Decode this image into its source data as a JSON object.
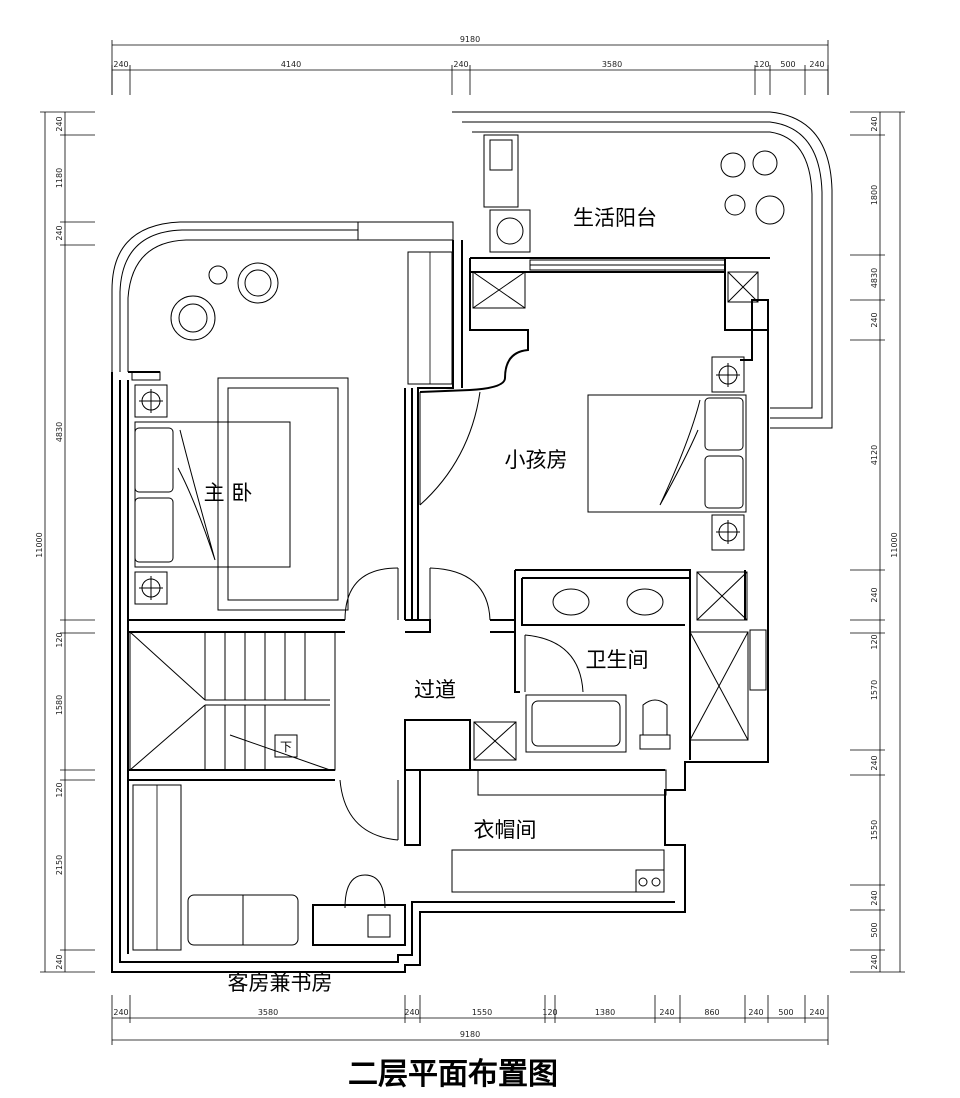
{
  "title": "二层平面布置图",
  "rooms": {
    "master_bedroom": "主 卧",
    "child_room": "小孩房",
    "balcony": "生活阳台",
    "bathroom": "卫生间",
    "corridor": "过道",
    "cloakroom": "衣帽间",
    "guest_study": "客房兼书房",
    "stair_down": "下"
  },
  "dimensions": {
    "top_total": "9180",
    "top_segments": [
      "240",
      "4140",
      "240",
      "3580",
      "120",
      "500",
      "240"
    ],
    "bottom_total": "9180",
    "bottom_segments": [
      "240",
      "3580",
      "240",
      "1550",
      "120",
      "1380",
      "240",
      "860",
      "240",
      "500",
      "240"
    ],
    "left_total": "11000",
    "left_segments": [
      "240",
      "1180",
      "240",
      "4830",
      "120",
      "1580",
      "120",
      "2150",
      "240"
    ],
    "right_total": "11000",
    "right_segments": [
      "240",
      "1800",
      "4830",
      "240",
      "4120",
      "240",
      "120",
      "1570",
      "240",
      "1550",
      "240",
      "500",
      "240"
    ]
  }
}
